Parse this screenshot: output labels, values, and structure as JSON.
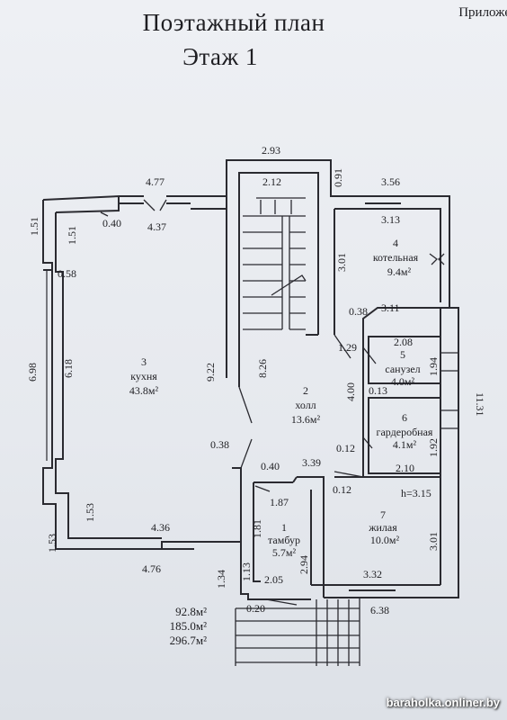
{
  "header": {
    "title": "Поэтажный план",
    "subtitle": "Этаж 1",
    "appendix": "Приложе"
  },
  "rooms": [
    {
      "num": "1",
      "name": "тамбур",
      "area": "5.7м²"
    },
    {
      "num": "2",
      "name": "холл",
      "area": "13.6м²"
    },
    {
      "num": "3",
      "name": "кухня",
      "area": "43.8м²"
    },
    {
      "num": "4",
      "name": "котельная",
      "area": "9.4м²"
    },
    {
      "num": "5",
      "name": "санузел",
      "area": "4.0м²"
    },
    {
      "num": "6",
      "name": "гардеробная",
      "area": "4.1м²"
    },
    {
      "num": "7",
      "name": "жилая",
      "area": "10.0м²"
    }
  ],
  "dims": {
    "d293": "2.93",
    "d212": "2.12",
    "d091": "0.91",
    "d477": "4.77",
    "d356": "3.56",
    "d151a": "1.51",
    "d151b": "1.51",
    "d040a": "0.40",
    "d437": "4.37",
    "d313": "3.13",
    "d301a": "3.01",
    "d058": "0.58",
    "d038a": "0.38",
    "d311": "3.11",
    "d129": "1.29",
    "d208": "2.08",
    "d698": "6.98",
    "d618": "6.18",
    "d922": "9.22",
    "d826": "8.26",
    "d194": "1.94",
    "d1131": "11.31",
    "d400": "4.00",
    "d013": "0.13",
    "d038b": "0.38",
    "d012a": "0.12",
    "d192": "1.92",
    "d040b": "0.40",
    "d339": "3.39",
    "d210": "2.10",
    "d012b": "0.12",
    "h": "h=3.15",
    "d187": "1.87",
    "d153a": "1.53",
    "d153b": "1.53",
    "d436": "4.36",
    "d181": "1.81",
    "d301b": "3.01",
    "d294": "2.94",
    "d476": "4.76",
    "d134": "1.34",
    "d113": "1.13",
    "d205": "2.05",
    "d332": "3.32",
    "d020": "0.20",
    "d638": "6.38"
  },
  "totals": [
    "92.8м²",
    "185.0м²",
    "296.7м²"
  ],
  "watermark": "baraholka.onliner.by"
}
